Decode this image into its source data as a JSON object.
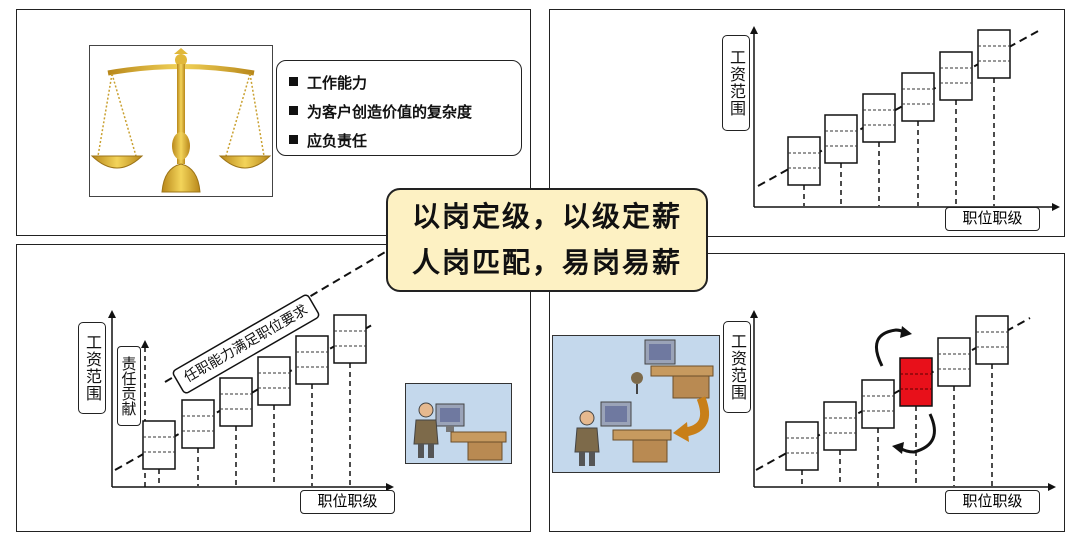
{
  "center": {
    "line1": "以岗定级，以级定薪",
    "line2": "人岗匹配，易岗易薪"
  },
  "panel_tl": {
    "bullets": [
      "工作能力",
      "为客户创造价值的复杂度",
      "应负责任"
    ]
  },
  "axis": {
    "y_label": "工资范围",
    "x_label": "职位职级"
  },
  "panel_bl": {
    "side_label": "责任贡献",
    "diagonal_label": "任职能力满足职位要求"
  },
  "colors": {
    "highlight": "#e8101a",
    "scale_gold": "#d9b12a",
    "center_fill": "#fdf1c3",
    "photo_bg": "#c4d8ec"
  },
  "icons": {
    "scale": "balance-scale-icon",
    "worker": "office-worker-icon",
    "move_arrow": "curved-arrow-icon"
  }
}
